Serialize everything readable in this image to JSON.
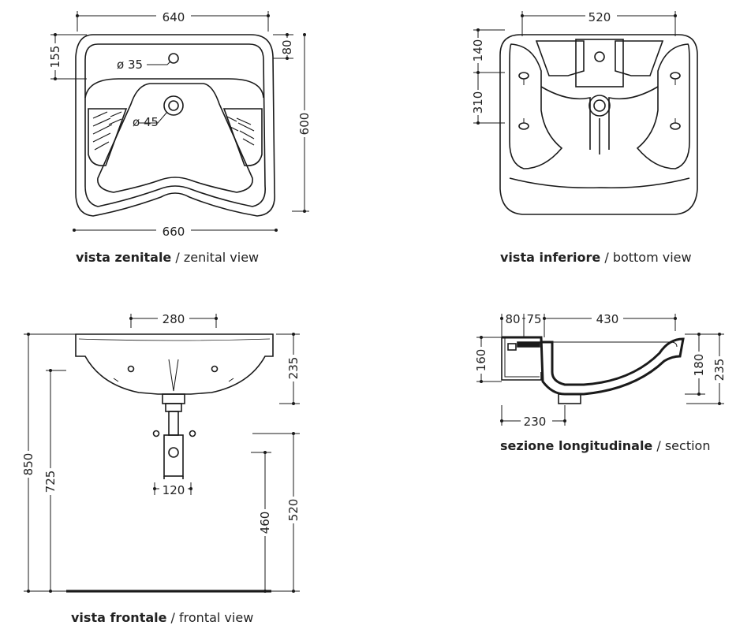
{
  "views": {
    "top": {
      "caption_it": "vista zenitale",
      "caption_sep": " / ",
      "caption_en": "zenital view",
      "dim_width_top": "640",
      "dim_width_bottom": "660",
      "dim_left_depth": "155",
      "dim_right_small": "80",
      "dim_right_total": "600",
      "label_tap_hole": "ø 35",
      "label_drain_hole": "ø 45"
    },
    "bottom": {
      "caption_it": "vista inferiore",
      "caption_sep": " / ",
      "caption_en": "bottom view",
      "dim_width": "520",
      "dim_upper": "140",
      "dim_lower": "310"
    },
    "front": {
      "caption_it": "vista frontale",
      "caption_sep": " / ",
      "caption_en": "frontal view",
      "dim_top_width": "280",
      "dim_trap_width": "120",
      "dim_height_total": "850",
      "dim_height_bottom": "725",
      "dim_basin_depth": "235",
      "dim_right_520": "520",
      "dim_right_460": "460"
    },
    "section": {
      "caption_it": "sezione longitudinale",
      "caption_sep": " / ",
      "caption_en": "section",
      "dim_80": "80",
      "dim_75": "75",
      "dim_430": "430",
      "dim_160": "160",
      "dim_180": "180",
      "dim_235": "235",
      "dim_230": "230"
    }
  },
  "colors": {
    "line": "#1a1a1a",
    "text": "#222222"
  }
}
